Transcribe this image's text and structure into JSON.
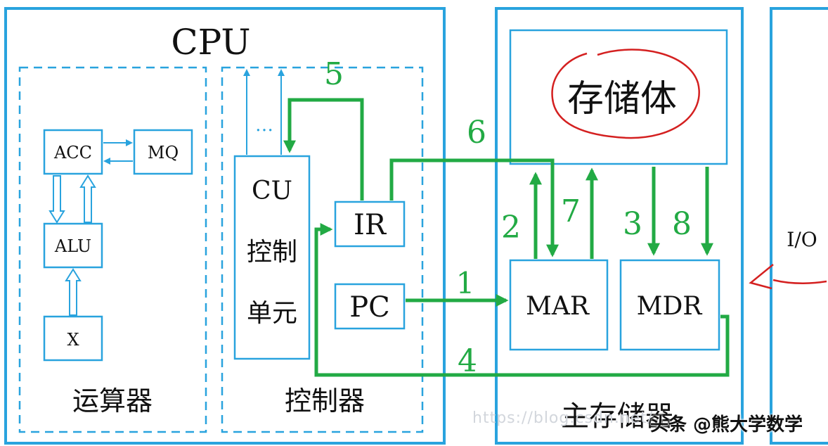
{
  "labels": {
    "cpu": "CPU",
    "alu_unit": "运算器",
    "control_unit": "控制器",
    "acc": "ACC",
    "mq": "MQ",
    "alu": "ALU",
    "x": "X",
    "cu_line1": "CU",
    "cu_line2": "控制",
    "cu_line3": "单元",
    "ir": "IR",
    "pc": "PC",
    "ellipsis": "…",
    "storage_body": "存储体",
    "mar": "MAR",
    "mdr": "MDR",
    "main_memory": "主存储器",
    "io": "I/O"
  },
  "steps": {
    "s1": "1",
    "s2": "2",
    "s3": "3",
    "s4": "4",
    "s5": "5",
    "s6": "6",
    "s7": "7",
    "s8": "8"
  },
  "watermark": "https://blog.csdn.net/",
  "attribution": "头条 @熊大学数学",
  "colors": {
    "box_stroke": "#29a3de",
    "flow_arrow": "#22aa44",
    "annotation": "#d42020",
    "text": "#111111"
  }
}
